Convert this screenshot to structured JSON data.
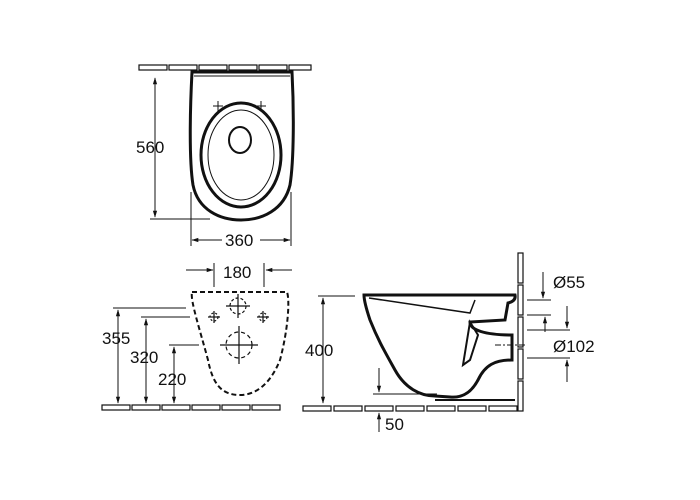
{
  "drawing": {
    "subject": "Wall-hung WC technical drawing",
    "views": {
      "top": {
        "depth_label": "560",
        "width_label": "360"
      },
      "front_wall": {
        "bolt_spacing_label": "180",
        "dim_355": "355",
        "dim_320": "320",
        "dim_220": "220"
      },
      "side": {
        "height_label": "400",
        "offset_label": "50",
        "inlet_label": "Ø55",
        "outlet_label": "Ø102"
      }
    },
    "colors": {
      "line": "#111111",
      "background": "#ffffff"
    }
  }
}
